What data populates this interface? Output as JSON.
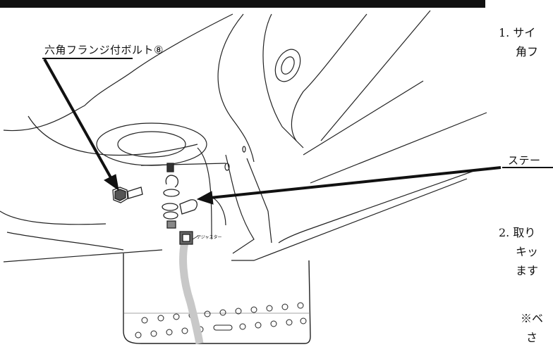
{
  "labels": {
    "bolt": "六角フランジ付ボルト⑧",
    "stay": "ステー",
    "adjuster": "アジャスター"
  },
  "steps": {
    "step1_line1": "1. サイ",
    "step1_line2": "角フ",
    "step2_line1": "2. 取り",
    "step2_line2": "キッ",
    "step2_line3": "ます",
    "note_line1": "※ベ",
    "note_line2": "さ"
  }
}
